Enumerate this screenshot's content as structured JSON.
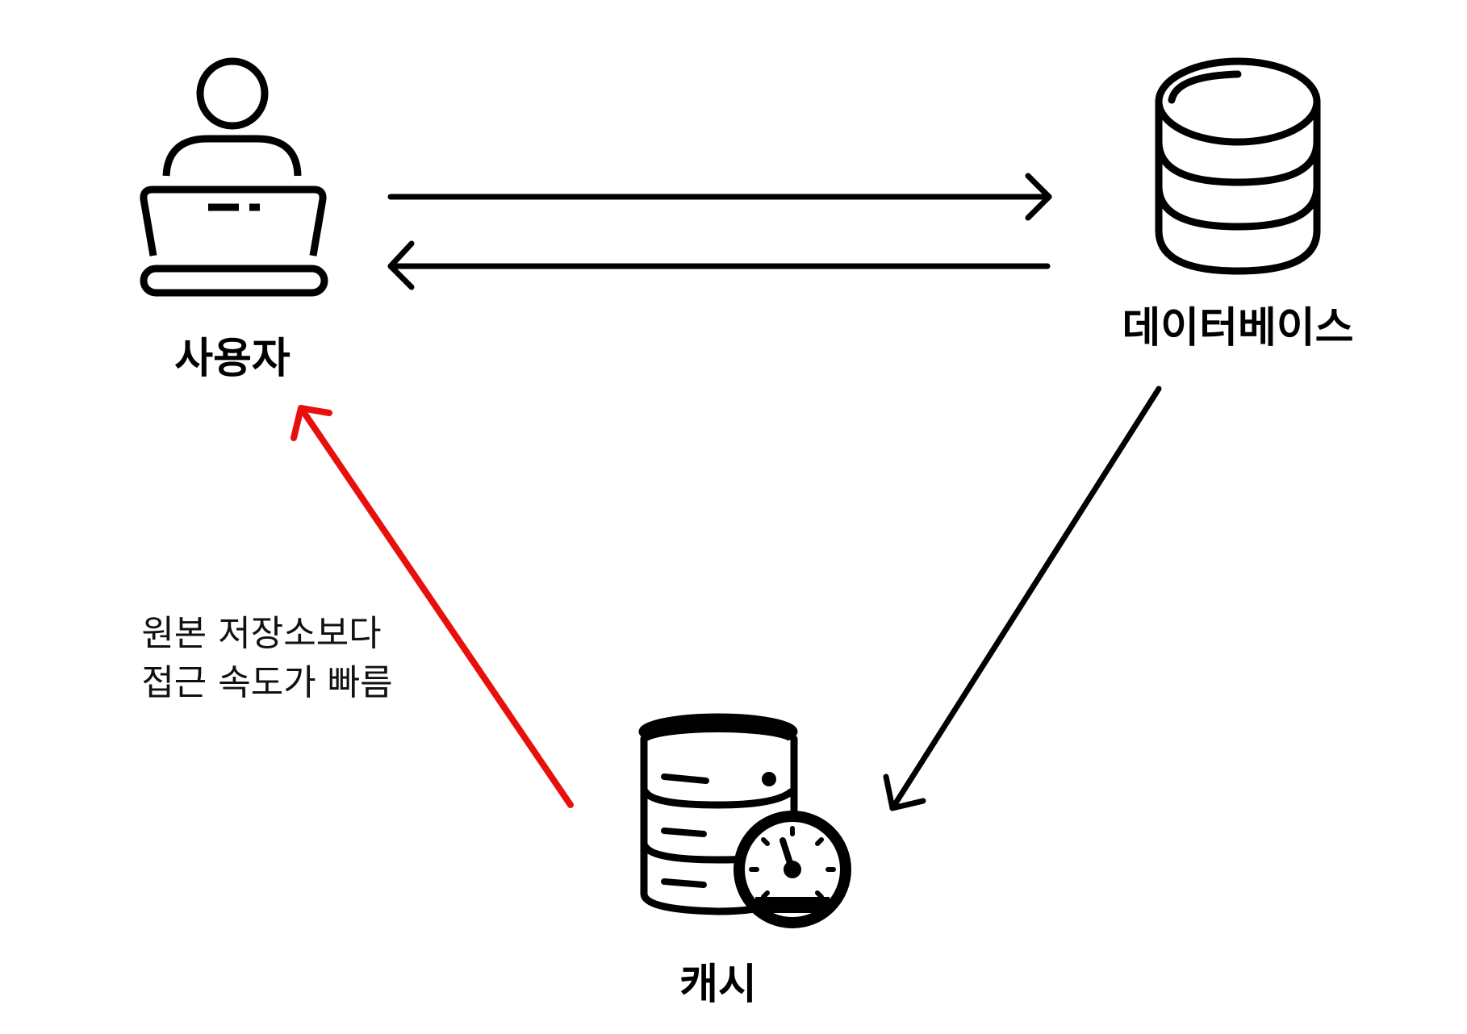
{
  "nodes": {
    "user": {
      "label": "사용자",
      "icon": "user-laptop-icon"
    },
    "database": {
      "label": "데이터베이스",
      "icon": "database-icon"
    },
    "cache": {
      "label": "캐시",
      "icon": "cache-database-speed-icon"
    }
  },
  "note": {
    "line1": "원본 저장소보다",
    "line2": "접근 속도가 빠름"
  },
  "edges": [
    {
      "from": "user",
      "to": "database",
      "color": "#000000"
    },
    {
      "from": "database",
      "to": "user",
      "color": "#000000"
    },
    {
      "from": "database",
      "to": "cache",
      "color": "#000000"
    },
    {
      "from": "cache",
      "to": "user",
      "color": "#e8100c"
    }
  ],
  "colors": {
    "stroke": "#000000",
    "highlight": "#e8100c"
  }
}
